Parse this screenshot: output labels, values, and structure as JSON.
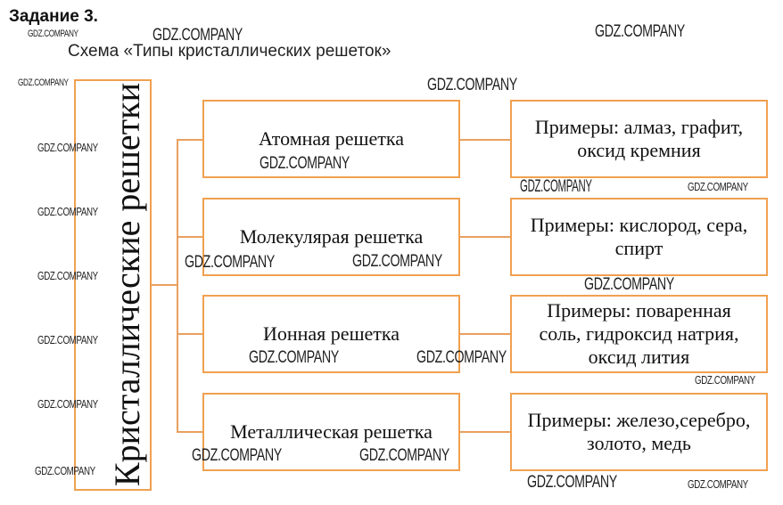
{
  "header": {
    "task": "Задание 3.",
    "subtitle": "Схема «Типы кристаллических решеток»"
  },
  "diagram": {
    "root": "Кристаллические решетки",
    "types": [
      {
        "label": "Атомная решетка",
        "examples": "Примеры: алмаз, графит, оксид кремния"
      },
      {
        "label": "Молекулярая решетка",
        "examples": "Примеры: кислород, сера, спирт"
      },
      {
        "label": "Ионная решетка",
        "examples": "Примеры: поваренная соль, гидроксид натрия, оксид лития"
      },
      {
        "label": "Металлическая решетка",
        "examples": "Примеры: железо,серебро, золото, медь"
      }
    ]
  },
  "watermark": "GDZ.COMPANY",
  "colors": {
    "border": "#f0a050"
  }
}
